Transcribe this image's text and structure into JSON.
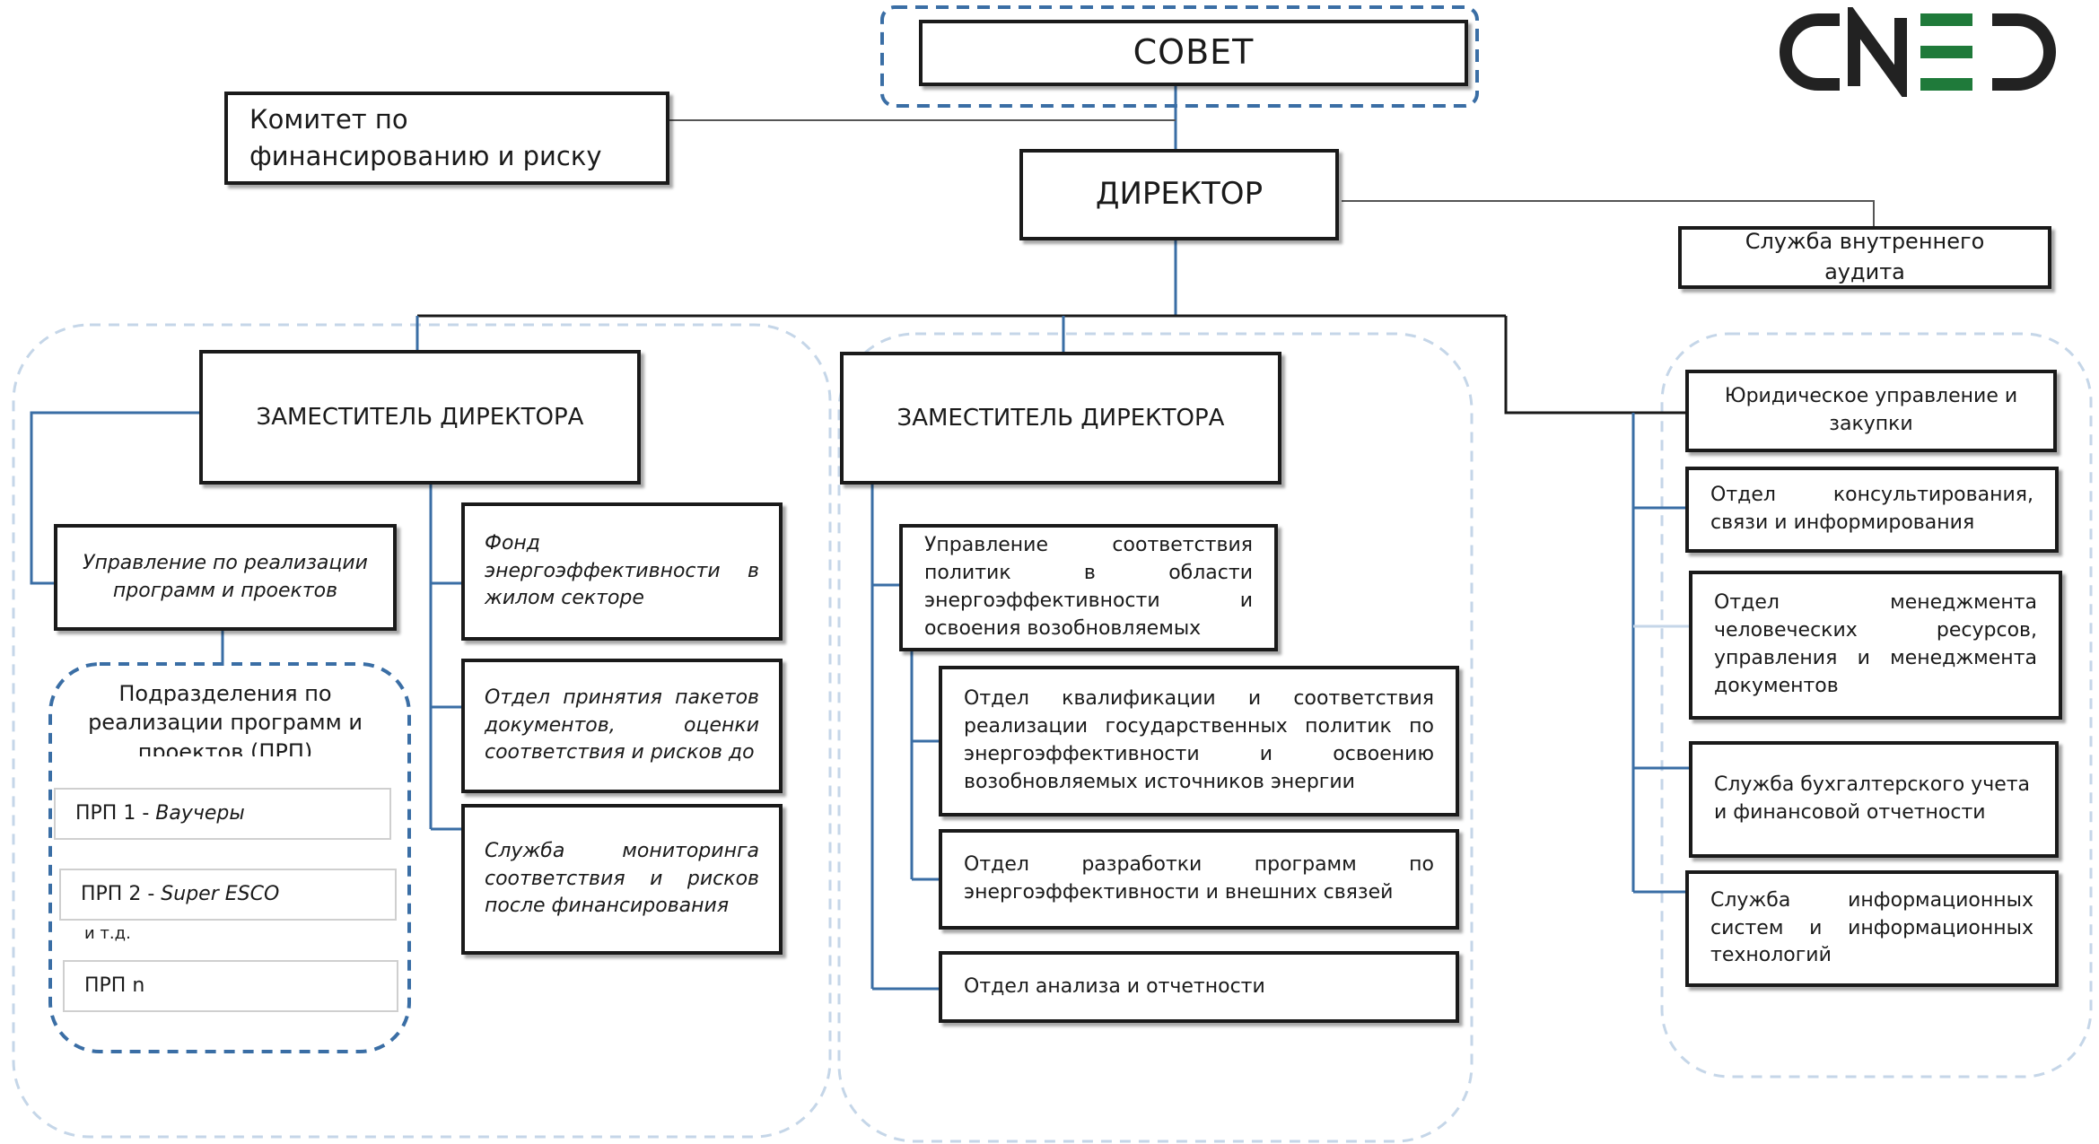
{
  "logo": {
    "text": "CNEC",
    "colors": {
      "dark": "#222222",
      "green": "#1f7a3a"
    }
  },
  "top": {
    "council": "СОВЕТ",
    "committee": "Комитет по финансированию и риску",
    "director": "ДИРЕКТОР",
    "audit": "Служба внутреннего аудита"
  },
  "left_branch": {
    "deputy": "ЗАМЕСТИТЕЛЬ ДИРЕКТОРА",
    "program_mgmt": "Управление по реализации программ и проектов",
    "prp_title": "Подразделения по реализации программ и проектов (ПРП)",
    "prp_items": [
      {
        "code": "ПРП 1 - ",
        "name": "Ваучеры"
      },
      {
        "code": "ПРП 2 - ",
        "name": "Super ESCO"
      },
      {
        "code": "ПРП n",
        "name": ""
      }
    ],
    "etc": "и т.д.",
    "fund": "Фонд энергоэффективности в жилом секторе",
    "docs_dept": "Отдел принятия пакетов документов, оценки соответствия и рисков до",
    "monitoring": "Служба мониторинга соответствия и рисков после финансирования"
  },
  "middle_branch": {
    "deputy": "ЗАМЕСТИТЕЛЬ ДИРЕКТОРА",
    "policy_mgmt": "Управление соответствия политик в области энергоэффективности и освоения возобновляемых",
    "qualification": "Отдел квалификации и соответствия реализации государственных политик по энергоэффективности и освоению возобновляемых источников энергии",
    "dev_programs": "Отдел разработки программ по энергоэффективности и внешних связей",
    "analysis": "Отдел анализа и отчетности"
  },
  "right_branch": {
    "legal": "Юридическое управление и закупки",
    "consulting": "Отдел консультирования, связи и информирования",
    "hr": "Отдел менеджмента человеческих ресурсов, управления и менеджмента документов",
    "accounting": "Служба бухгалтерского учета и финансовой отчетности",
    "it": "Служба информационных систем и информационных технологий"
  }
}
